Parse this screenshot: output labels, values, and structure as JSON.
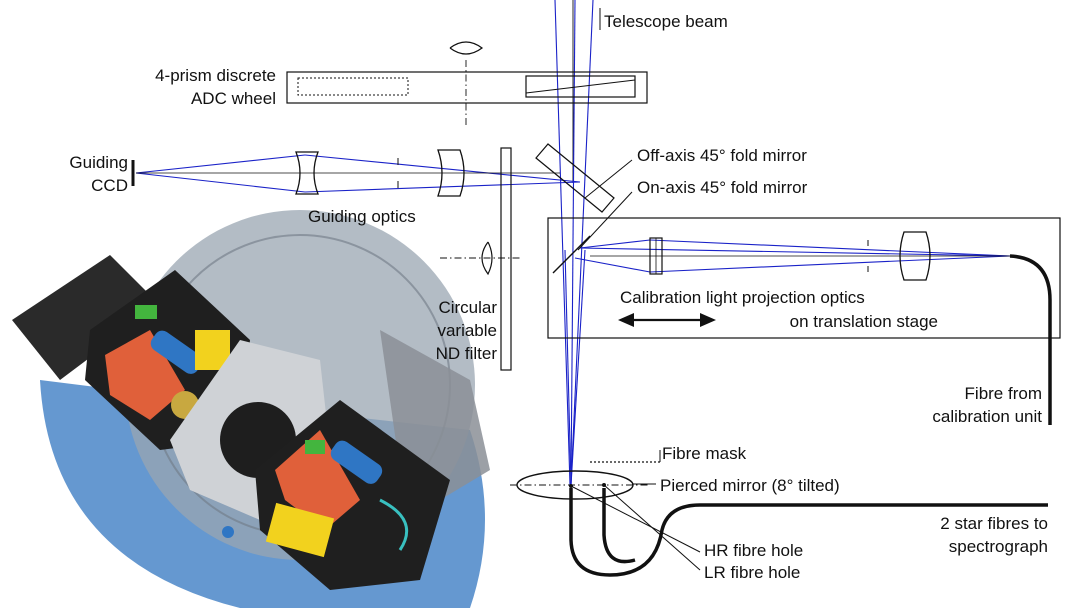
{
  "labels": {
    "telescope_beam": "Telescope beam",
    "adc_wheel_line1": "4-prism discrete",
    "adc_wheel_line2": "ADC wheel",
    "guiding_ccd_line1": "Guiding",
    "guiding_ccd_line2": "CCD",
    "guiding_optics": "Guiding optics",
    "off_axis_mirror": "Off-axis 45° fold mirror",
    "on_axis_mirror": "On-axis 45° fold mirror",
    "calibration_optics_line1": "Calibration light projection optics",
    "calibration_optics_line2": "on translation stage",
    "nd_filter_line1": "Circular",
    "nd_filter_line2": "variable",
    "nd_filter_line3": "ND filter",
    "fibre_from_cal_line1": "Fibre from",
    "fibre_from_cal_line2": "calibration unit",
    "fibre_mask": "Fibre mask",
    "pierced_mirror": "Pierced mirror (8° tilted)",
    "hr_fibre_hole": "HR fibre hole",
    "lr_fibre_hole": "LR fibre hole",
    "star_fibres_line1": "2 star fibres to",
    "star_fibres_line2": "spectrograph"
  },
  "colors": {
    "beam": "#1a22c8",
    "line": "#111111",
    "housing_disk": "#8a9bb0",
    "housing_blue": "#3f7fc8",
    "module_red": "#e0603a",
    "module_yellow": "#f2d21e",
    "module_green": "#43b53e",
    "module_blue": "#2f76c4"
  }
}
